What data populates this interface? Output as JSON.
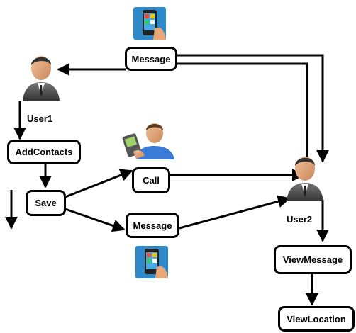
{
  "nodes": {
    "message_top": "Message",
    "add_contacts": "AddContacts",
    "save": "Save",
    "call": "Call",
    "message_mid": "Message",
    "view_message": "ViewMessage",
    "view_location": "ViewLocation"
  },
  "labels": {
    "user1": "User1",
    "user2": "User2"
  },
  "icons": [
    "phone-message-icon",
    "user-icon",
    "user-with-phone-icon"
  ],
  "colors": {
    "stroke": "#000000",
    "skin": "#e8a878",
    "suit": "#555555",
    "phone_screen": "#4aa8e0",
    "tile_bg": "#2f89c9"
  }
}
